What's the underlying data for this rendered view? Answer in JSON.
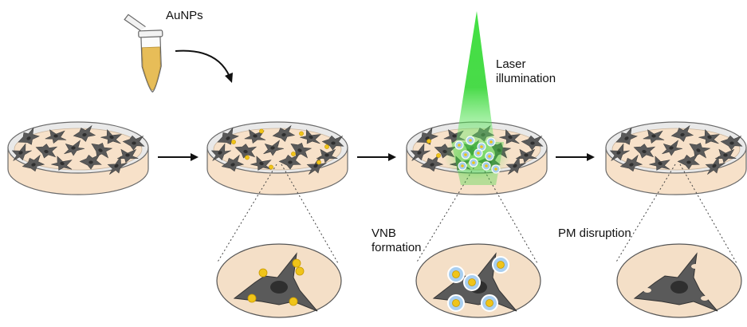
{
  "labels": {
    "aunps": "AuNPs",
    "laser": "Laser\nillumination",
    "vnb": "VNB\nformation",
    "pm": "PM disruption"
  },
  "steps": [
    {
      "name": "untreated-cells",
      "gold": false,
      "laser": false,
      "bubbles": false
    },
    {
      "name": "aunp-incubation",
      "gold": true,
      "laser": false,
      "bubbles": false
    },
    {
      "name": "laser-irradiation",
      "gold": true,
      "laser": true,
      "bubbles": true
    },
    {
      "name": "membrane-disruption",
      "gold": false,
      "laser": false,
      "bubbles": false
    }
  ],
  "colors": {
    "dish_fill": "#f7e1c9",
    "dish_rim": "#e9e9e9",
    "dish_outline": "#6b6b6b",
    "cell": "#5a5a5a",
    "nucleus": "#2f2f2f",
    "gold": "#f0c419",
    "gold_dark": "#c89a00",
    "laser": "#17d117",
    "bubble": "#a9cff0",
    "arrow": "#111111"
  }
}
